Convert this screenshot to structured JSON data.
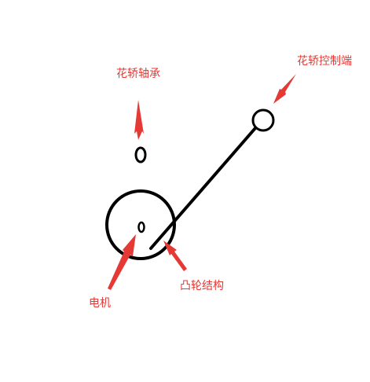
{
  "labels": {
    "sedan_bearing": "花轿轴承",
    "sedan_control_end": "花轿控制端",
    "motor": "电机",
    "cam_structure": "凸轮结构"
  },
  "colors": {
    "annotation": "#e53935",
    "line": "#000000",
    "background": "#ffffff"
  }
}
